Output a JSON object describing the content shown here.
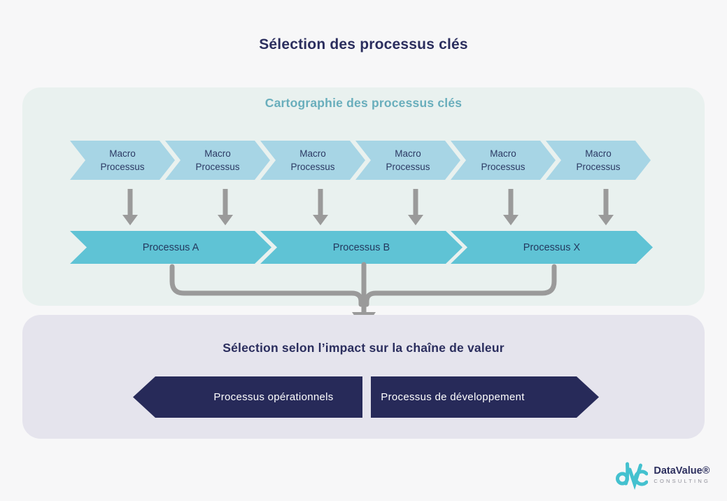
{
  "title": "Sélection des processus clés",
  "cartography": {
    "heading": "Cartographie des processus clés",
    "macro_processes": [
      {
        "line1": "Macro",
        "line2": "Processus"
      },
      {
        "line1": "Macro",
        "line2": "Processus"
      },
      {
        "line1": "Macro",
        "line2": "Processus"
      },
      {
        "line1": "Macro",
        "line2": "Processus"
      },
      {
        "line1": "Macro",
        "line2": "Processus"
      },
      {
        "line1": "Macro",
        "line2": "Processus"
      }
    ],
    "processes": [
      "Processus A",
      "Processus B",
      "Processus X"
    ]
  },
  "selection": {
    "heading": "Sélection selon l’impact sur la chaîne de valeur",
    "operational": "Processus opérationnels",
    "development": "Processus de développement"
  },
  "logo": {
    "monogram": "dvc",
    "brand": "DataValue®",
    "sub": "CONSULTING"
  },
  "colors": {
    "title_navy": "#2b2e5e",
    "heading_teal": "#69aebc",
    "macro_chevron_blue": "#a7d5e5",
    "process_chevron_teal": "#5fc3d5",
    "panel_mint": "#e9f1ef",
    "panel_lavender": "#e5e4ed",
    "arrow_gray": "#9a9a9a",
    "selection_navy": "#272a59",
    "logo_teal": "#44c1cf"
  }
}
